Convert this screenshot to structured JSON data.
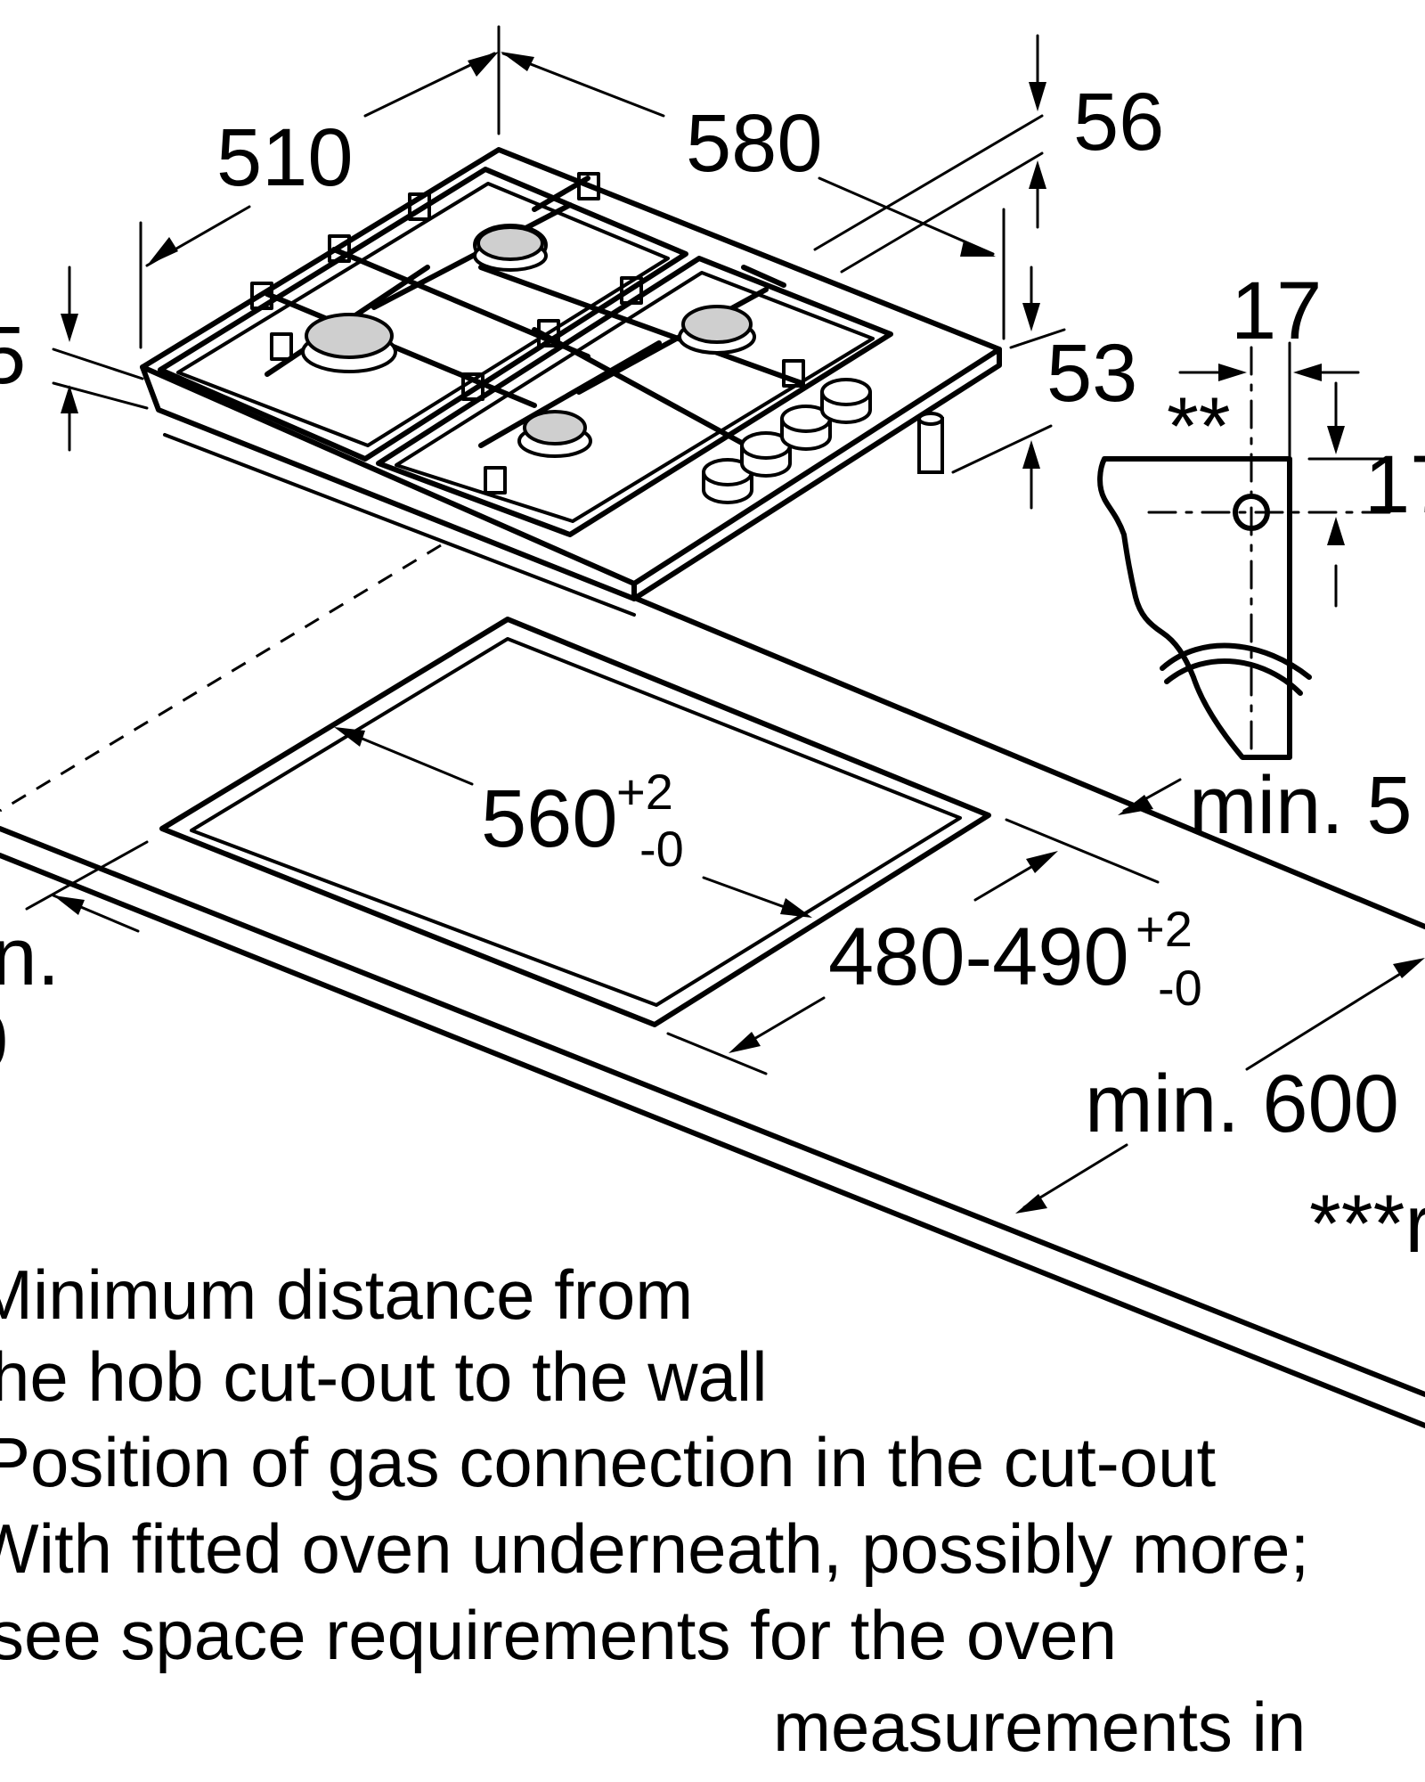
{
  "dimensions": {
    "depth_510": "510",
    "width_580": "580",
    "rear_56": "56",
    "left_partial": "5",
    "height_53": "53",
    "conn_17_h": "17",
    "conn_17_v": "17",
    "double_star": "**",
    "cutout_width": "560",
    "cutout_width_tol_plus": "+2",
    "cutout_width_tol_minus": "-0",
    "cutout_depth": "480-490",
    "cutout_depth_tol_plus": "+2",
    "cutout_depth_tol_minus": "-0",
    "min_wall_partial": "min. 5",
    "min_left_partial_1": "in.",
    "min_left_partial_2": "0",
    "min_600": "min. 600",
    "triple_star_partial": "***r"
  },
  "notes": {
    "line1": "Minimum distance from",
    "line2": "he hob cut-out to the wall",
    "line3": "Position of gas connection in the cut-out",
    "line4": "With fitted oven underneath, possibly more;",
    "line5": "see space requirements for the oven",
    "units": "measurements in"
  }
}
